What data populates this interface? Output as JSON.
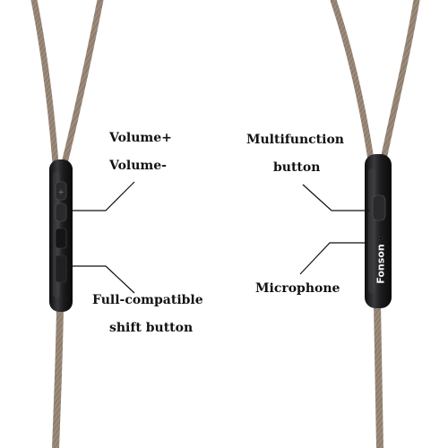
{
  "labels": {
    "volume_up": "Volume+",
    "volume_down": "Volume-",
    "shift_button_line1": "Full-compatible",
    "shift_button_line2": "shift button",
    "multifunction_line1": "Multifunction",
    "multifunction_line2": "button",
    "microphone": "Microphone"
  },
  "brand": "Fonson",
  "colors": {
    "background": "#ffffff",
    "cable": "#9b8a7a",
    "cable_dark": "#6e5f52",
    "housing": "#1c1c1e",
    "housing_highlight": "#4a4a4e",
    "leader_line": "#111111"
  }
}
